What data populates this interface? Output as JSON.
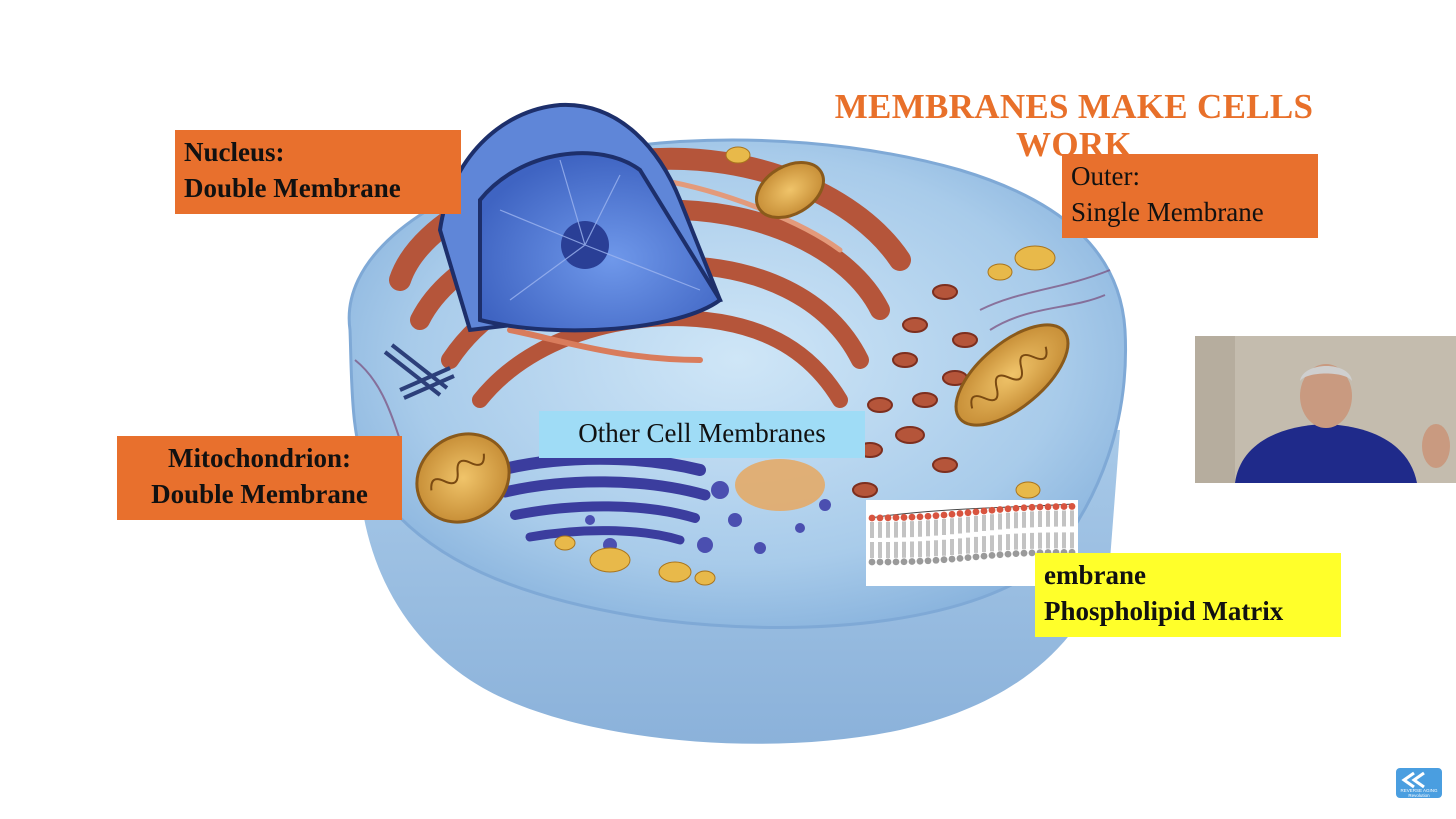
{
  "slide": {
    "title_line1": "MEMBRANES MAKE CELLS",
    "title_line2": "WORK"
  },
  "labels": {
    "nucleus_line1": "Nucleus:",
    "nucleus_line2": "Double Membrane",
    "outer_line1": "Outer:",
    "outer_line2": "Single Membrane",
    "mitochondrion_line1": "Mitochondrion:",
    "mitochondrion_line2": "Double Membrane",
    "other": "Other Cell Membranes",
    "phospholipid_line1": "embrane",
    "phospholipid_line2": "Phospholipid Matrix"
  },
  "logo": {
    "text_line1": "REVERSE AGING",
    "text_line2": "Revolution"
  },
  "colors": {
    "title": "#e8702a",
    "label_orange": "#e8702d",
    "label_blue": "#9fdcf6",
    "label_yellow": "#ffff2a",
    "cell_cytoplasm": "#a9cdeb",
    "nucleus": "#4f7bd6",
    "er": "#b5553a",
    "mitochondria": "#d9a44a"
  }
}
